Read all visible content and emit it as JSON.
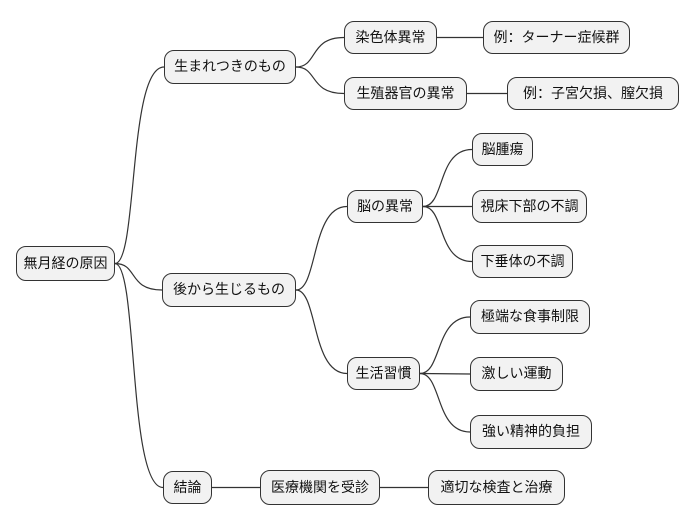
{
  "theme": {
    "canvas_bg": "#ffffff",
    "node_fill": "#f2f2f2",
    "node_border": "#333333",
    "edge_color": "#333333",
    "text_color": "#111111"
  },
  "mindmap": {
    "root": {
      "label": "無月経の原因",
      "children": [
        {
          "label": "生まれつきのもの",
          "children": [
            {
              "label": "染色体異常",
              "children": [
                {
                  "label": "例：ターナー症候群"
                }
              ]
            },
            {
              "label": "生殖器官の異常",
              "children": [
                {
                  "label": "例：子宮欠損、膣欠損"
                }
              ]
            }
          ]
        },
        {
          "label": "後から生じるもの",
          "children": [
            {
              "label": "脳の異常",
              "children": [
                {
                  "label": "脳腫瘍"
                },
                {
                  "label": "視床下部の不調"
                },
                {
                  "label": "下垂体の不調"
                }
              ]
            },
            {
              "label": "生活習慣",
              "children": [
                {
                  "label": "極端な食事制限"
                },
                {
                  "label": "激しい運動"
                },
                {
                  "label": "強い精神的負担"
                }
              ]
            }
          ]
        },
        {
          "label": "結論",
          "children": [
            {
              "label": "医療機関を受診",
              "children": [
                {
                  "label": "適切な検査と治療"
                }
              ]
            }
          ]
        }
      ]
    }
  }
}
